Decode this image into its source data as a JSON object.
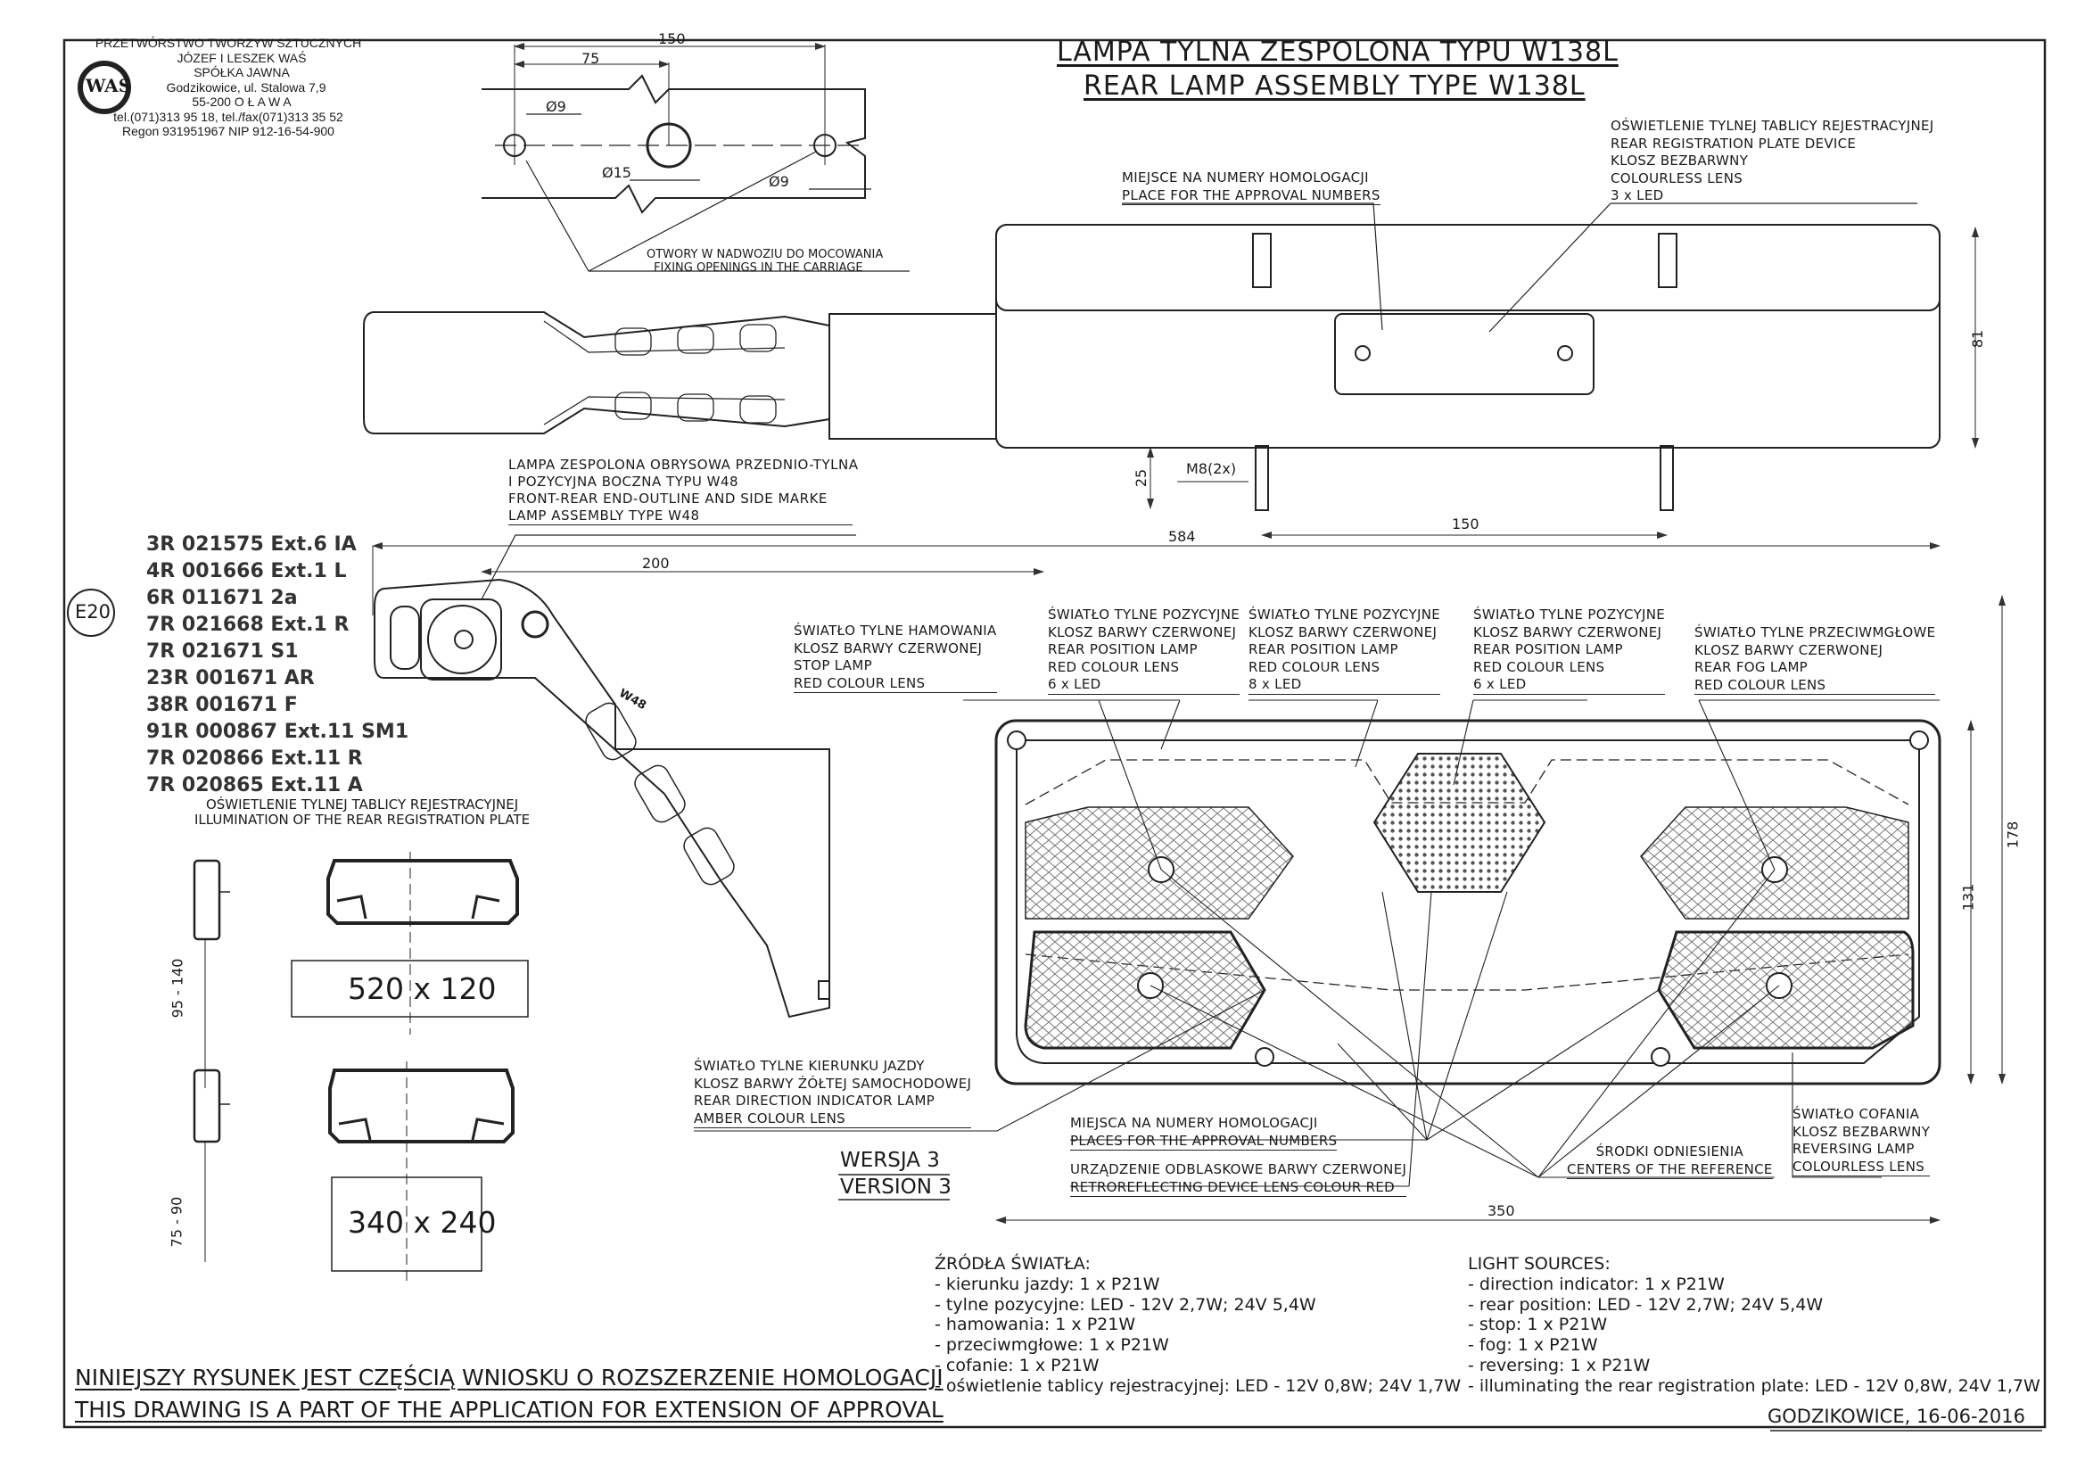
{
  "company": {
    "logo_text": "WAŚ",
    "lines": [
      "PRZETWÓRSTWO TWORZYW SZTUCZNYCH",
      "JÓZEF I LESZEK WAŚ",
      "SPÓŁKA JAWNA",
      "Godzikowice, ul. Stalowa 7,9",
      "55-200   O Ł A W A",
      "tel.(071)313 95 18, tel./fax(071)313 35 52",
      "Regon 931951967 NIP 912-16-54-900"
    ]
  },
  "title": {
    "pl": "LAMPA TYLNA ZESPOLONA TYPU W138L",
    "en": "REAR LAMP ASSEMBLY TYPE W138L"
  },
  "holes": {
    "dim_total": "150",
    "dim_half": "75",
    "d_left": "Ø9",
    "d_center": "Ø15",
    "d_right": "Ø9",
    "label": [
      "OTWORY W NADWOZIU DO MOCOWANIA",
      "FIXING OPENINGS IN THE CARRIAGE"
    ]
  },
  "top_view": {
    "approval_place": [
      "MIEJSCE NA NUMERY HOMOLOGACJI",
      "PLACE FOR THE APPROVAL NUMBERS"
    ],
    "reg_plate_device": [
      "OŚWIETLENIE TYLNEJ TABLICY REJESTRACYJNEJ",
      "REAR REGISTRATION PLATE DEVICE",
      "KLOSZ BEZBARWNY",
      "COLOURLESS LENS",
      "3 x LED"
    ],
    "dim_height": "81",
    "dim_bolt": "25",
    "bolt_label": "M8(2x)",
    "dim_bolt_spacing": "150"
  },
  "w48_label": [
    "LAMPA ZESPOLONA OBRYSOWA PRZEDNIO-TYLNA",
    "I POZYCYJNA BOCZNA TYPU W48",
    "FRONT-REAR END-OUTLINE AND SIDE MARKE",
    "LAMP ASSEMBLY TYPE W48"
  ],
  "w48_badge": "W48",
  "dims_front": {
    "overall": "584",
    "arm": "200",
    "width": "350",
    "height": "178",
    "inner_height": "131"
  },
  "approval_mark": "E20",
  "approval_numbers": [
    "3R 021575 Ext.6 IA",
    "4R 001666 Ext.1 L",
    "6R 011671 2a",
    "7R 021668 Ext.1 R",
    "7R 021671 S1",
    "23R 001671 AR",
    "38R 001671 F",
    "91R 000867 Ext.11 SM1",
    "7R 020866 Ext.11 R",
    "7R 020865 Ext.11 A"
  ],
  "plate_illumination": {
    "label": [
      "OŚWIETLENIE TYLNEJ TABLICY REJESTRACYJNEJ",
      "ILLUMINATION OF THE REAR REGISTRATION PLATE"
    ],
    "plate1": "520 x 120",
    "range1": "95 - 140",
    "plate2": "340 x 240",
    "range2": "75 - 90"
  },
  "callouts": {
    "stop": [
      "ŚWIATŁO TYLNE  HAMOWANIA",
      "KLOSZ BARWY CZERWONEJ",
      "STOP LAMP",
      "RED COLOUR LENS"
    ],
    "position1": [
      "ŚWIATŁO TYLNE POZYCYJNE",
      "KLOSZ BARWY CZERWONEJ",
      "REAR POSITION LAMP",
      "RED COLOUR LENS",
      " 6 x LED"
    ],
    "position2": [
      "ŚWIATŁO TYLNE POZYCYJNE",
      "KLOSZ BARWY CZERWONEJ",
      "REAR POSITION LAMP",
      "RED COLOUR LENS",
      " 8 x LED"
    ],
    "position3": [
      "ŚWIATŁO TYLNE POZYCYJNE",
      "KLOSZ BARWY CZERWONEJ",
      "REAR POSITION LAMP",
      "RED COLOUR LENS",
      " 6 x LED"
    ],
    "fog": [
      "ŚWIATŁO TYLNE PRZECIWMGŁOWE",
      "KLOSZ BARWY CZERWONEJ",
      "REAR FOG LAMP",
      "RED COLOUR LENS"
    ],
    "indicator": [
      "ŚWIATŁO TYLNE KIERUNKU JAZDY",
      "KLOSZ BARWY ŻÓŁTEJ SAMOCHODOWEJ",
      "REAR DIRECTION INDICATOR LAMP",
      "AMBER COLOUR LENS"
    ],
    "approval_places": [
      "MIEJSCA NA NUMERY HOMOLOGACJI",
      "PLACES FOR THE APPROVAL NUMBERS"
    ],
    "retro": [
      "URZĄDZENIE ODBLASKOWE BARWY CZERWONEJ",
      "RETROREFLECTING DEVICE LENS COLOUR RED"
    ],
    "centers": [
      "ŚRODKI ODNIESIENIA",
      "CENTERS OF THE REFERENCE"
    ],
    "reversing": [
      "ŚWIATŁO COFANIA",
      "KLOSZ BEZBARWNY",
      "REVERSING LAMP",
      "COLOURLESS LENS"
    ]
  },
  "version": {
    "pl": "WERSJA 3",
    "en": "VERSION 3"
  },
  "sources_pl": [
    "ŹRÓDŁA ŚWIATŁA:",
    "- kierunku jazdy: 1 x P21W",
    "- tylne pozycyjne: LED - 12V 2,7W;   24V 5,4W",
    "- hamowania: 1 x P21W",
    "- przeciwmgłowe: 1 x P21W",
    "- cofanie:  1 x P21W",
    "- oświetlenie tablicy rejestracyjnej: LED - 12V 0,8W;  24V 1,7W"
  ],
  "sources_en": [
    "LIGHT SOURCES:",
    "- direction indicator: 1 x P21W",
    "- rear position: LED - 12V 2,7W;   24V 5,4W",
    "- stop: 1 x P21W",
    "- fog: 1 x P21W",
    "- reversing: 1 x P21W",
    "- illuminating the rear registration plate: LED - 12V 0,8W,  24V 1,7W"
  ],
  "footer": {
    "note_pl": "NINIEJSZY RYSUNEK JEST CZĘŚCIĄ  WNIOSKU O  ROZSZERZENIE HOMOLOGACJI",
    "note_en": "THIS DRAWING IS A PART OF THE APPLICATION FOR EXTENSION OF  APPROVAL",
    "place_date": "GODZIKOWICE,  16-06-2016"
  }
}
